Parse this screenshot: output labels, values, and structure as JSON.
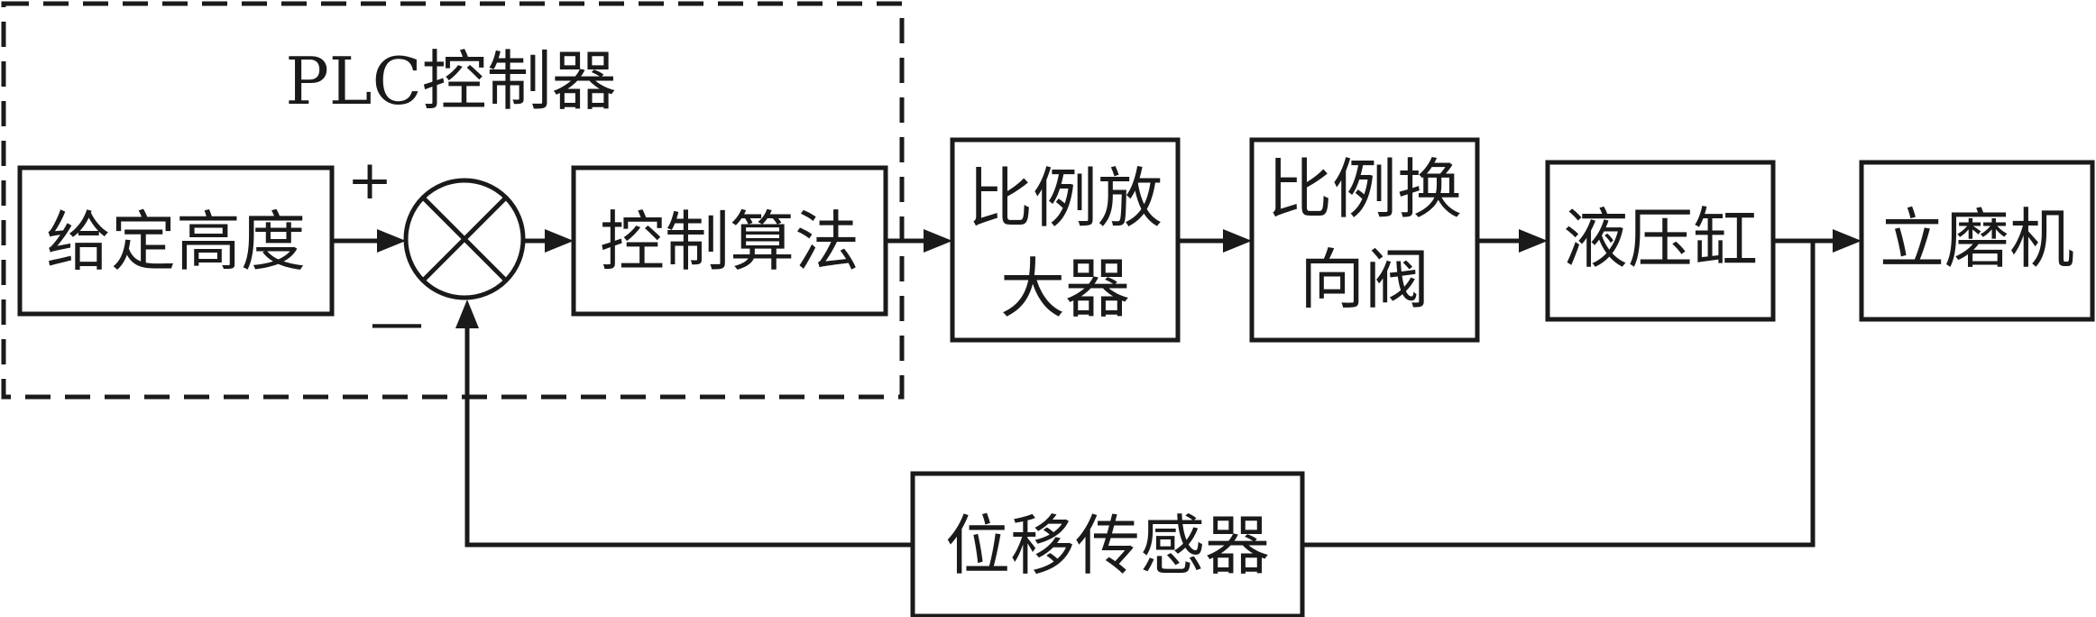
{
  "controller_group": {
    "title": "PLC控制器"
  },
  "blocks": {
    "setpoint": "给定高度",
    "algorithm": "控制算法",
    "amplifier_line1": "比例放",
    "amplifier_line2": "大器",
    "valve_line1": "比例换",
    "valve_line2": "向阀",
    "cylinder": "液压缸",
    "mill": "立磨机",
    "sensor": "位移传感器"
  },
  "summing_junction": {
    "plus_sign": "+",
    "minus_sign": "—"
  },
  "colors": {
    "stroke": "#1a1a1a",
    "background": "#ffffff"
  }
}
